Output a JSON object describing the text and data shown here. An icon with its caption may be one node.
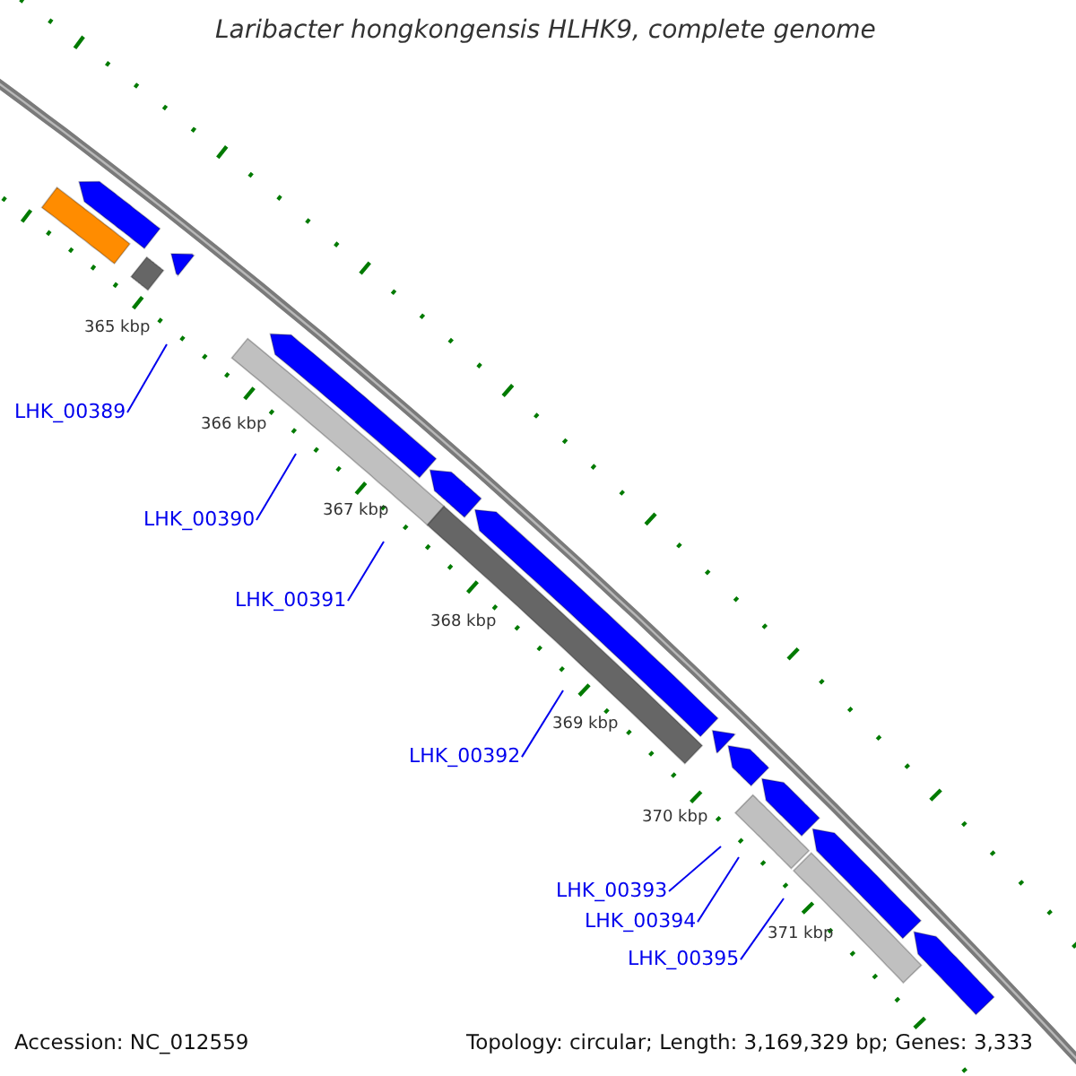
{
  "diagram": {
    "title": "Laribacter hongkongensis HLHK9, complete genome",
    "nodes": [
      {
        "text": [
          "LHK_00389"
        ]
      },
      {
        "text": [
          "LHK_00390"
        ]
      },
      {
        "text": [
          "LHK_00391"
        ]
      },
      {
        "text": [
          "LHK_00392"
        ]
      },
      {
        "text": [
          "LHK_00393"
        ]
      },
      {
        "text": [
          "LHK_00394"
        ]
      },
      {
        "text": [
          "LHK_00395"
        ]
      }
    ],
    "edges": [
      {
        "from": 0,
        "to": null,
        "arrow": "none"
      },
      {
        "from": 1,
        "to": null,
        "arrow": "none"
      },
      {
        "from": 2,
        "to": null,
        "arrow": "none"
      },
      {
        "from": 3,
        "to": null,
        "arrow": "none"
      },
      {
        "from": 4,
        "to": null,
        "arrow": "none"
      },
      {
        "from": 5,
        "to": null,
        "arrow": "none"
      },
      {
        "from": 6,
        "to": null,
        "arrow": "none"
      }
    ],
    "labels": [
      "365 kbp",
      "366 kbp",
      "367 kbp",
      "368 kbp",
      "369 kbp",
      "370 kbp",
      "371 kbp",
      "Accession: NC_012559",
      "Topology: circular; Length: 3,169,329 bp; Genes: 3,333"
    ]
  }
}
